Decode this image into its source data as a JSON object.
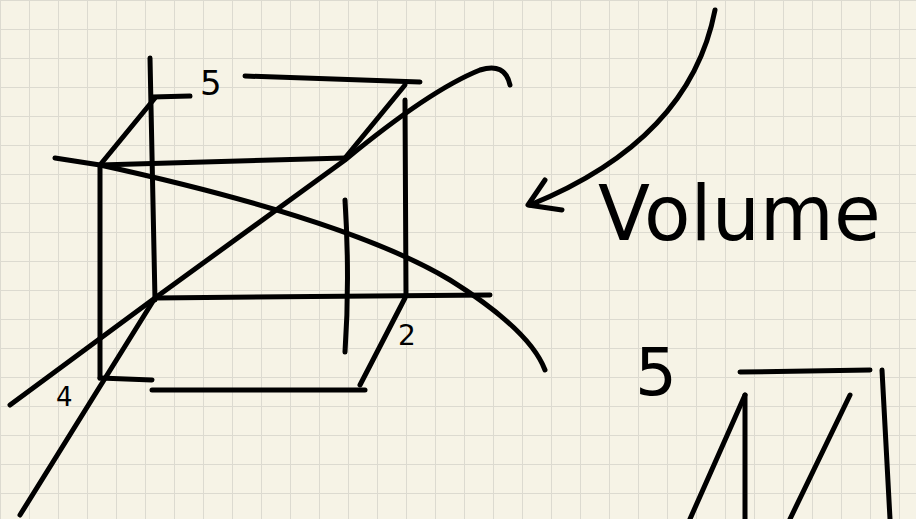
{
  "diagram": {
    "labels": [
      "5",
      "4",
      "2",
      "Volume",
      "5"
    ]
  }
}
